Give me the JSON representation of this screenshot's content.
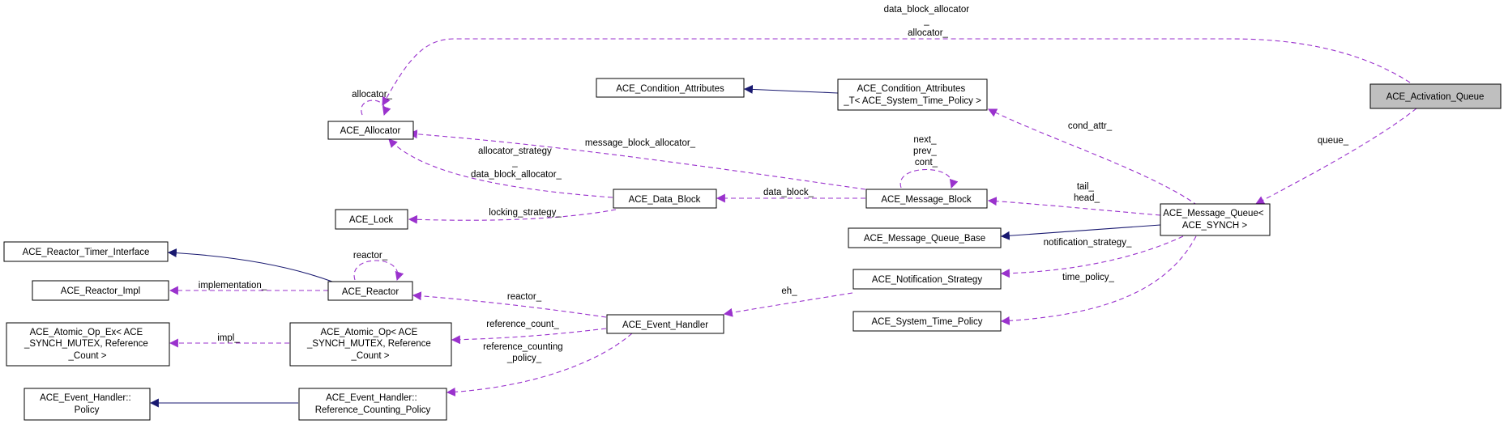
{
  "colors": {
    "usage_edge": "#9a32cd",
    "inheritance_edge": "#191970",
    "node_border": "#000000",
    "highlighted_node_fill": "#bfbfbf"
  },
  "nodes": {
    "activation_queue": [
      "ACE_Activation_Queue"
    ],
    "message_queue": [
      "ACE_Message_Queue<",
      "ACE_SYNCH >"
    ],
    "allocator": [
      "ACE_Allocator"
    ],
    "condition_attributes": [
      "ACE_Condition_Attributes"
    ],
    "condition_attributes_t": [
      "ACE_Condition_Attributes",
      "_T< ACE_System_Time_Policy >"
    ],
    "data_block": [
      "ACE_Data_Block"
    ],
    "message_block": [
      "ACE_Message_Block"
    ],
    "lock": [
      "ACE_Lock"
    ],
    "message_queue_base": [
      "ACE_Message_Queue_Base"
    ],
    "reactor_timer_interface": [
      "ACE_Reactor_Timer_Interface"
    ],
    "reactor": [
      "ACE_Reactor"
    ],
    "reactor_impl": [
      "ACE_Reactor_Impl"
    ],
    "notification_strategy": [
      "ACE_Notification_Strategy"
    ],
    "event_handler": [
      "ACE_Event_Handler"
    ],
    "system_time_policy": [
      "ACE_System_Time_Policy"
    ],
    "atomic_op_ex": [
      "ACE_Atomic_Op_Ex< ACE",
      "_SYNCH_MUTEX, Reference",
      "_Count >"
    ],
    "atomic_op": [
      "ACE_Atomic_Op< ACE",
      "_SYNCH_MUTEX, Reference",
      "_Count >"
    ],
    "event_handler_policy": [
      "ACE_Event_Handler::",
      "Policy"
    ],
    "reference_counting_policy": [
      "ACE_Event_Handler::",
      "Reference_Counting_Policy"
    ]
  },
  "edge_labels": {
    "data_block_allocator_allocator": [
      "data_block_allocator",
      "_",
      "allocator_"
    ],
    "allocator_self": [
      "allocator_"
    ],
    "queue": [
      "queue_"
    ],
    "cond_attr": [
      "cond_attr_"
    ],
    "message_block_allocator": [
      "message_block_allocator_"
    ],
    "next_prev_cont": [
      "next_",
      "prev_",
      "cont_"
    ],
    "allocator_strategy_data_block_allocator": [
      "allocator_strategy",
      "_",
      "data_block_allocator_"
    ],
    "data_block": [
      "data_block_"
    ],
    "tail_head": [
      "tail_",
      "head_"
    ],
    "locking_strategy": [
      "locking_strategy_"
    ],
    "notification_strategy": [
      "notification_strategy_"
    ],
    "reactor_self": [
      "reactor_"
    ],
    "implementation": [
      "implementation_"
    ],
    "reactor": [
      "reactor_"
    ],
    "eh": [
      "eh_"
    ],
    "time_policy": [
      "time_policy_"
    ],
    "reference_count": [
      "reference_count_"
    ],
    "impl": [
      "impl_"
    ],
    "reference_counting_policy": [
      "reference_counting",
      "_policy_"
    ]
  }
}
